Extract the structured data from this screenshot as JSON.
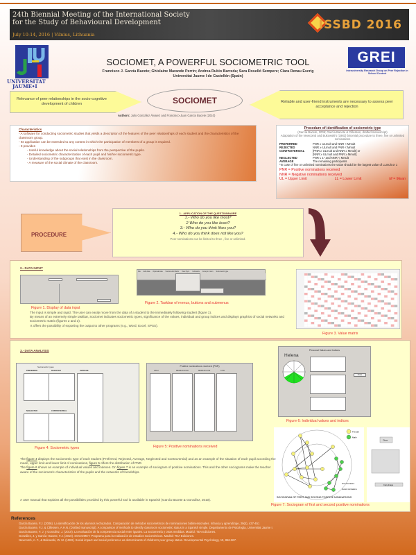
{
  "banner": {
    "line1": "24th Biennial Meeting of the International Society",
    "line2": "for the Study of Behavioural Development",
    "line3": "July 10-14, 2016 | Vilnius, Lithuania",
    "logo": "ISSBD 2016"
  },
  "header": {
    "uji_line1": "UNIVERSITAT",
    "uji_line2": "JAUME•I",
    "title": "SOCIOMET, A POWERFUL SOCIOMETRIC TOOL",
    "authors": "Francisco J. García Bacete; Ghislaine Marande Perrin; Andrea Rubio Barreda; Sara Roselló Sempere; Clara Renau Escrig",
    "affiliation": "Universitat Jaume I de Castellón (Spain)",
    "grei": "GREI",
    "grei_sub": "Interuniversity Research Group on Peer Rejection in School Context"
  },
  "intro": {
    "left": "Relevance of peer relationships in the socio-cognitive development of children",
    "center": "SOCIOMET",
    "right": "Reliable and user-friend instruments are necessary to assess peer acceptance and rejection",
    "authors_label": "Authors:",
    "authors": "Julio González Álvarez and Francisco-Juan García Bacete (2010)"
  },
  "characteristics": {
    "heading": "Characteristics",
    "items": [
      "- A software for conducting sociometric studies that  yields a description of the features of the peer relationships of each student and the characteristics of the classroom group.",
      "- Its application can be extended to any context in which the participation of members of a group is required.",
      "- It provides"
    ],
    "sub": [
      "- Useful knowledge about the social relationships from the perspective of the pupils.",
      "- Detailed sociometric characterization of each pupil and his/her sociometric type.",
      "- Understanding of the subgroups that exist in the classroom.",
      "- A measure of the social climate of the classroom."
    ]
  },
  "procedure_id": {
    "heading": "Procedure of identification of sociometric type",
    "cite": "(García Bacete, 2006; García Bacete & Cillessen, drafted manuscript)",
    "adapt": "Adaptation of  the Newcomb and Bukowski's (1983) binomial procedure to three, five or unlimited nominations",
    "rows": [
      {
        "type": "PREFERRED",
        "rule": "PNR ≥ ULmult and NNR < Mmult"
      },
      {
        "type": "REJECTED",
        "rule": "NNR ≥ ULmult and PNR < Mmult"
      },
      {
        "type": "CONTROVERSIAL",
        "rule": "[PNR ≥ ULmult and NNR ≥ Mmult] or"
      },
      {
        "type": "",
        "rule": "[NNR ≥ ULmult and PNR ≥ Mmult]"
      },
      {
        "type": "NEGLECTED",
        "rule": "PNR ≤ 1* and NNR < Mmult"
      },
      {
        "type": "AVERAGE",
        "rule": "The remaining participants"
      }
    ],
    "note": "*In case of five or unlimited nominations the value should be the largest value of LLmult or 1",
    "legend": [
      "PNR = Positive nominations received",
      "NNR = Negative nominations received"
    ],
    "ul": "UL = Upper Limit",
    "ll": "LL = Lower Limit",
    "m": "M = Mean"
  },
  "procedure": {
    "label": "PROCEDURE",
    "q_heading": "1.- APPLICATION OF THE QUESTIONNAIRE",
    "questions": [
      "1.- Who do you like most?",
      "2 Who do you like least?",
      "3.- Who do you think likes you?",
      "4.- Who do you think  does not like you?"
    ],
    "note": "Peer nominations can be limited to three , five or unlimited."
  },
  "data_input": {
    "heading": "2.- DATA INPUT",
    "fig1": "Figure 1. Display  of  data input",
    "fig2": "Figure 2. Taskbar of menus, buttons and submenus",
    "fig3": "Figure 3. Value matrix",
    "text": [
      "The input is simple and rapid. The user can easily move from the data of a student to the immediately following student (figure 1).",
      "By means of an extremely  simple taskbar, Sociomet indicates  sociometric types, significance of the values, individual and group indices and displays graphics of social networks and sociometric matrix  (figures 2 and 3).",
      "It offers the possibility of exporting the output to other programs (e.g., Word, Excel, SPSS)."
    ],
    "menu": [
      "File",
      "Edit data",
      "Optional data",
      "Sociometric Matrix",
      "View Sym.",
      "Indicators",
      "Group in zoom",
      "Sociometric type"
    ]
  },
  "data_analysis": {
    "heading": "3.- DATA ANALYSIS",
    "fig4": "Figure 4: Sociometric types",
    "fig5": "Figure 5: Positive nominations received",
    "fig6": "Figure 6: Individual values and indices",
    "fig7": "Figure 7: Sociogram of first and second positive nominations",
    "fig4_title": "Sociometric types",
    "fig4_cols": [
      "PREFERRED",
      "REJECTED",
      "AVERAGE",
      "NEGLECTED",
      "CONTROVERSIAL"
    ],
    "fig5_title": "Positive nominations received (PNR)",
    "fig5_cols": [
      "HIGH",
      "MEDIUM HIGH",
      "MEDIUM LOW",
      "LOW"
    ],
    "fig6_title": "Personal Values and Indices",
    "fig6_name": "Helena",
    "fig6_button": "Close",
    "fig7_title": "SOCIOGRAM OF FIRST AND SECOND POSITIVE NOMINATIONS",
    "fig7_legend": [
      "Female",
      "Male"
    ],
    "fig7_lines": [
      "First nominations",
      "Second nominations"
    ],
    "fig7_close": "Close",
    "fig7_copy": "Copy Image",
    "text_parts": {
      "a1": "The ",
      "l1": "figure 4",
      "a2": " displays the sociometric type of each student (Preferred, Rejected, Average, Neglected and Controversial) and as an example of the situation of each pupil according the mean, upper limit and lower limit of nominations, ",
      "l2": "figure 5",
      "a3": " offers the distribution of PNR.",
      "a4": "The ",
      "l3": "figure 6",
      "a5": " shows an example of individual values and indexes. On ",
      "l4": "figure 7",
      "a6": " is an example of sociogram of positive nominations. This and the other sociograms make the teacher aware of  the sociometric characteristics of the pupils and the networks of friendships."
    },
    "manual": "A user manual that explains all the possibilities provided by this powerful tool is available in Spanish  (García Bacete & González, 2010)."
  },
  "references": {
    "heading": "References",
    "items": [
      "García Bacete, F.J. (2006). La identificación de los alumnos rechazados. Comparación de métodos sociométricos de nominaciones bidimensionales. Infancia y aprendizaje, 29(4), 437-451",
      "García Bacete, F.J. & Cillessen, A.H.N. (Drafted manuscript). A comparison of methods to identify classroom sociometric status in a Spanish simple. Departamento de Psicología, Universitat Jaume I.",
      "García Bacete, F. J. y  González, J. (2010). La evaluación de la competencia social entre iguales. La sociometría  y otras medidas. Madrid: TEA Ediciones.",
      "González, J. y García- Bacete, F.J. (2010). SOCIOMET. Programa para la realización de estudios sociométricos. Madrid: TEA Ediciones.",
      "Newcomb, A. F., & Bukowski, W. M. (1983). Social impact and social preference as determinants of children's peer group status. Developmental Psychology, 19, 856-867."
    ]
  },
  "colors": {
    "accent_orange": "#d2691e",
    "caption_red": "#e83030",
    "panel_yellow": "#ffffcc",
    "grei_blue": "#2a3aa0",
    "female": "#f5f07a",
    "male": "#4cd04c"
  }
}
